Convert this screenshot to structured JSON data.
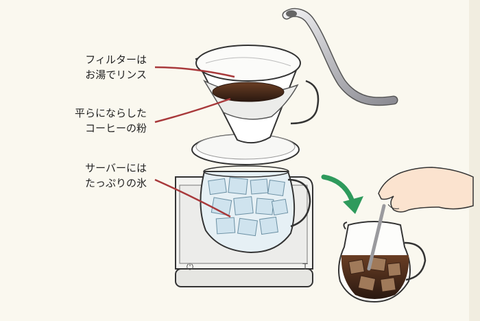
{
  "annotations": [
    {
      "id": "filter",
      "lines": [
        "フィルターは",
        "お湯でリンス"
      ]
    },
    {
      "id": "grounds",
      "lines": [
        "平らにならした",
        "コーヒーの粉"
      ]
    },
    {
      "id": "ice",
      "lines": [
        "サーバーには",
        "たっぷりの氷"
      ]
    }
  ],
  "scale": {
    "power_symbol": "⏻",
    "tare_symbol": "T"
  },
  "colors": {
    "background": "#faf8ef",
    "leader_line": "#a8393b",
    "arrow": "#2e9a5c",
    "coffee": "#3a2418",
    "kettle": "#c9c9cc",
    "ice": "#cfe3ee"
  }
}
